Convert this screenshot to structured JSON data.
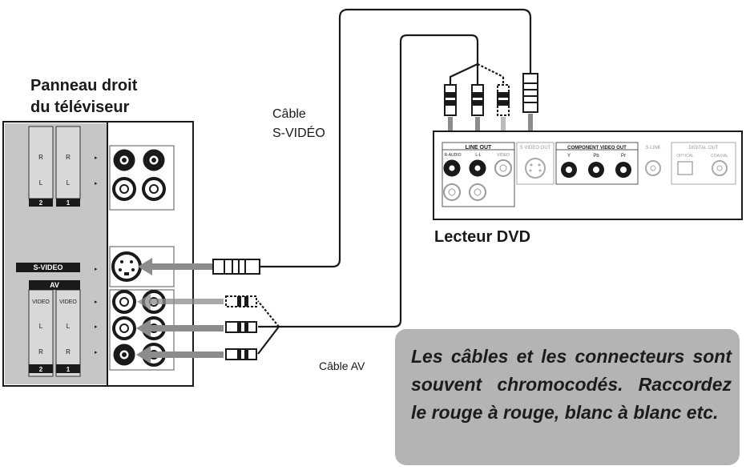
{
  "tv_title": [
    "Panneau droit",
    "du téléviseur"
  ],
  "dvd_title": "Lecteur DVD",
  "svideo_cable_label": [
    "Câble",
    "S-VIDÉO"
  ],
  "av_cable_label": "Câble AV",
  "note": "Les câbles et les connecteurs sont souvent chromocodés. Raccordez le rouge à rouge, blanc à blanc etc.",
  "tv_panel": {
    "top_channels": [
      "R",
      "R",
      "L",
      "L",
      "2",
      "1"
    ],
    "svideo_label": "S-VIDEO",
    "av_label": "AV",
    "av_columns": [
      "VIDEO",
      "VIDEO",
      "L",
      "L",
      "R",
      "R",
      "2",
      "1"
    ]
  },
  "dvd_panel": {
    "line_out": "LINE OUT",
    "line_out_sub": [
      "R-AUDIO",
      "L-L",
      "VIDEO"
    ],
    "svideo_out": "S VIDEO OUT",
    "component_out": "COMPONENT VIDEO OUT",
    "component_sub": [
      "Y",
      "Pb",
      "Pr"
    ],
    "slink": "S-LINK",
    "digital_out": "DIGITAL OUT",
    "digital_sub": [
      "OPTICAL",
      "COAXIAL"
    ]
  },
  "colors": {
    "ink": "#1a1a1a",
    "panel_gray": "#c2c2c2",
    "arrow_gray": "#8c8c8c",
    "note_bg": "#b4b4b4"
  }
}
